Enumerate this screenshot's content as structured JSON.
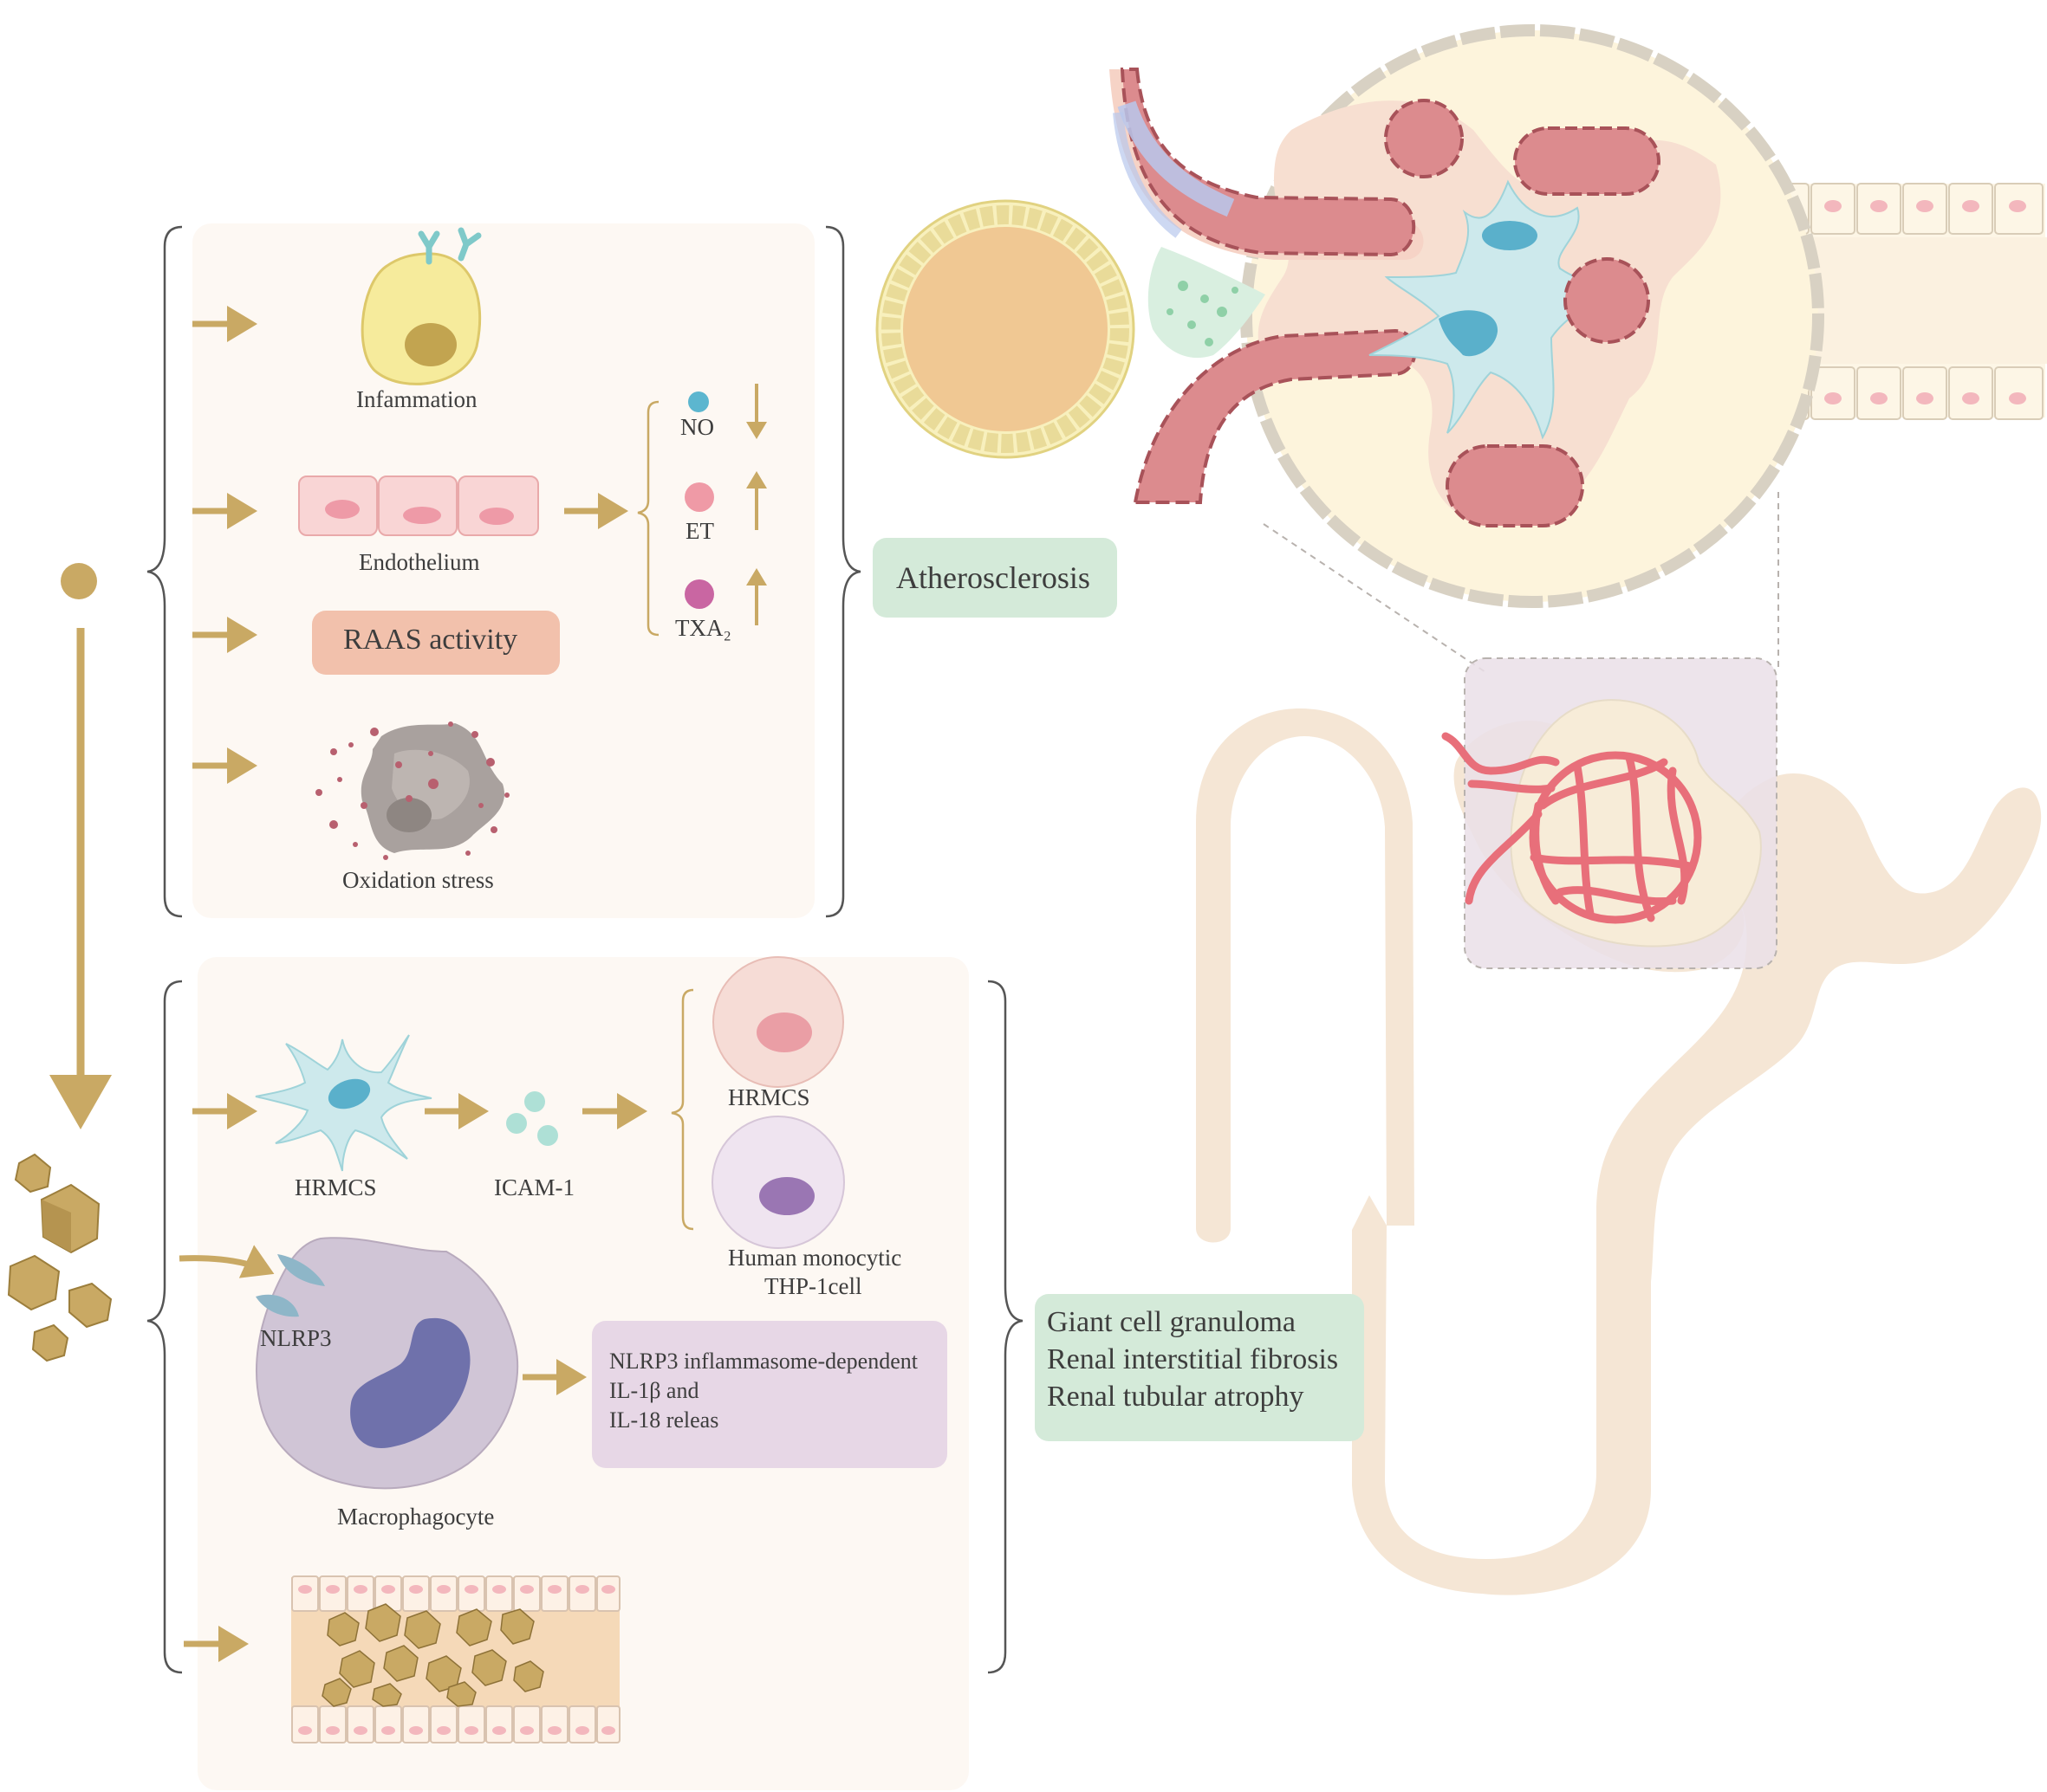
{
  "top_panel": {
    "inflammation": "Infammation",
    "endothelium": "Endothelium",
    "raas": "RAAS activity",
    "oxidation": "Oxidation stress",
    "no": "NO",
    "et": "ET",
    "txa2": "TXA₂"
  },
  "outcome_top": "Atherosclerosis",
  "bottom_panel": {
    "hrmcs_mesangial": "HRMCS",
    "icam": "ICAM-1",
    "hrmcs_round": "HRMCS",
    "monocytic_line1": "Human monocytic",
    "monocytic_line2": "THP-1cell",
    "nlrp3": "NLRP3",
    "macrophage": "Macrophagocyte",
    "release_line1": "NLRP3 inflammasome-dependent",
    "release_line2": "IL-1β  and",
    "release_line3": "IL-18 releas"
  },
  "outcome_bottom": {
    "line1": "Giant cell granuloma",
    "line2": "Renal  interstitial fibrosis",
    "line3": "Renal tubular atrophy"
  },
  "colors": {
    "arrow": "#c9a964",
    "outcome_box": "#d4ead9",
    "raas_box": "#f2c1ac",
    "release_box": "#e7d7e6",
    "vessel": "#dc8b8e",
    "tubule": "#f5e6d5",
    "glomerulus_box": "#eadfe8"
  }
}
